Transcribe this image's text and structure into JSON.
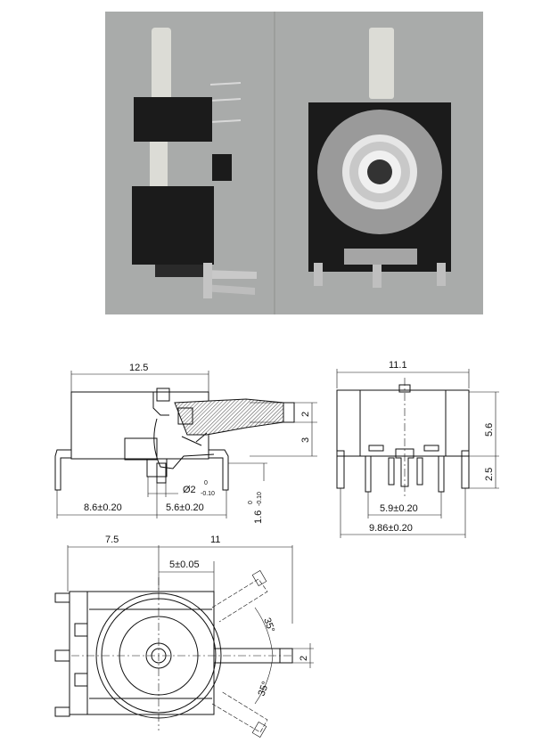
{
  "photo": {
    "bg_color": "#a9abaa",
    "body_color": "#1b1b1b",
    "ring_color": "#9a9a9a",
    "lever_color": "#dcdcd6"
  },
  "side_view": {
    "width": "12.5",
    "d_left": "8.6±0.20",
    "d_right": "5.6±0.20",
    "hole_main": "Ø2",
    "hole_tol_top": "0",
    "hole_tol_bottom": "-0.10",
    "pin_main": "1.6",
    "pin_tol_top": "0",
    "pin_tol_bottom": "-0.10",
    "h_upper": "2",
    "h_lower": "3"
  },
  "front_view": {
    "width": "11.1",
    "height_body": "5.6",
    "height_pins": "2.5",
    "pin_spacing": "5.9±0.20",
    "overall": "9.86±0.20"
  },
  "bottom_view": {
    "left": "7.5",
    "right": "11",
    "offset": "5±0.05",
    "angle_top": "35°",
    "angle_bottom": "35°",
    "lever_width": "2"
  }
}
